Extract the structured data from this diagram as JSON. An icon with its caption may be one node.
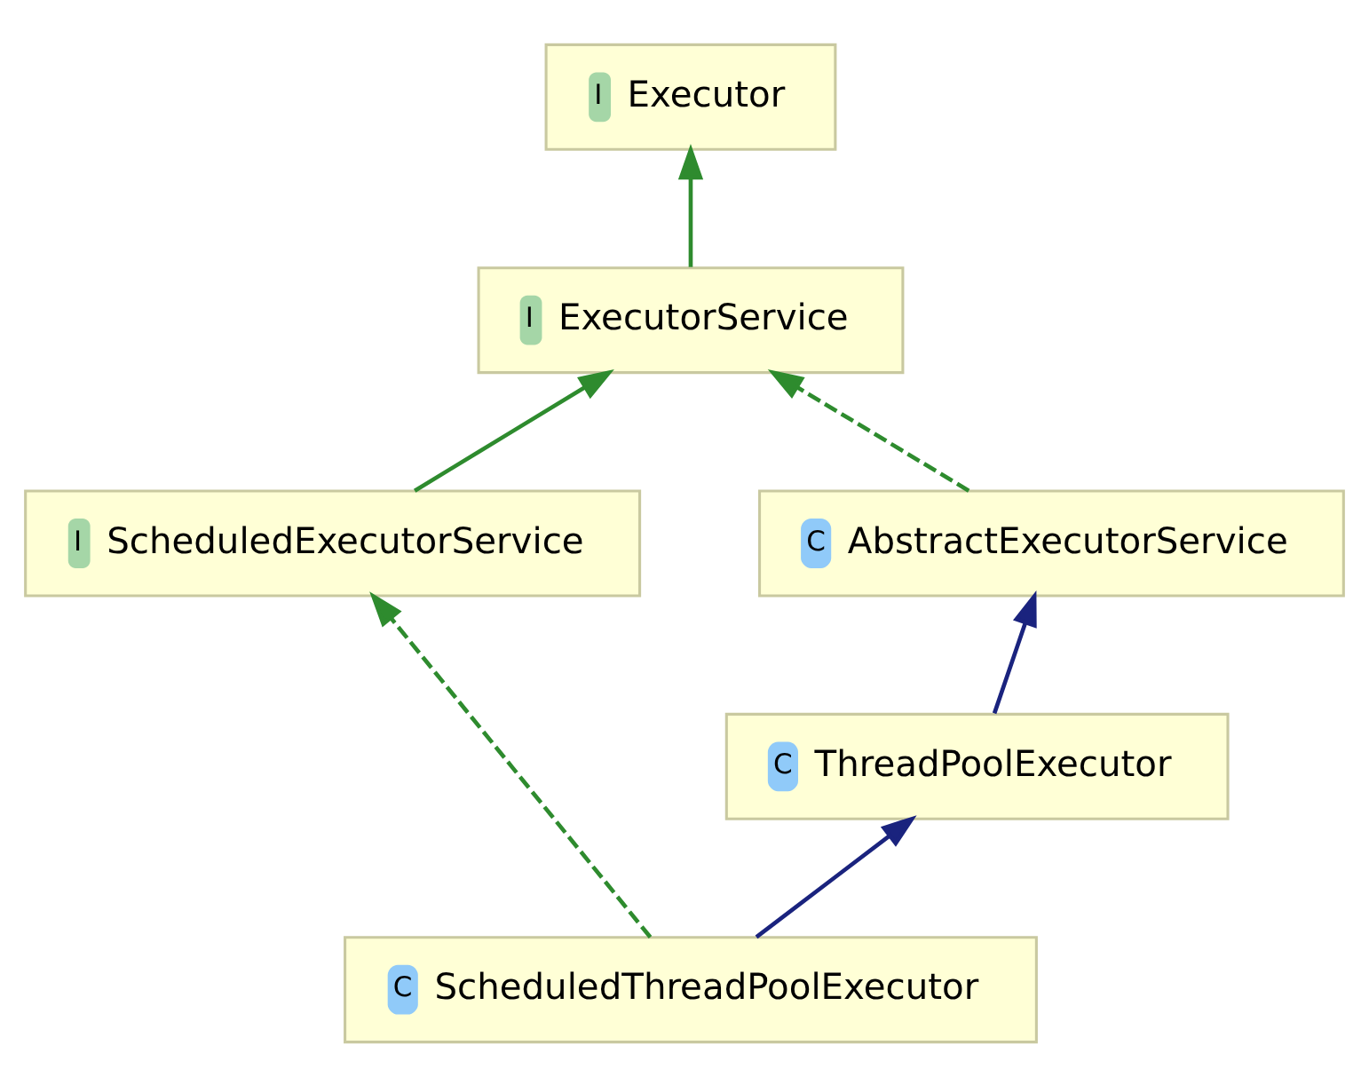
{
  "diagram": {
    "nodes": [
      {
        "text": [
          "I",
          "Executor"
        ]
      },
      {
        "text": [
          "I",
          "ExecutorService"
        ]
      },
      {
        "text": [
          "C",
          "AbstractExecutorService"
        ]
      },
      {
        "text": [
          "I",
          "ScheduledExecutorService"
        ]
      },
      {
        "text": [
          "C",
          "ThreadPoolExecutor"
        ]
      },
      {
        "text": [
          "C",
          "ScheduledThreadPoolExecutor"
        ]
      }
    ],
    "edges": [
      {
        "from": 1,
        "to": 0,
        "arrow": "to"
      },
      {
        "from": 2,
        "to": 1,
        "arrow": "to",
        "style": "dashed"
      },
      {
        "from": 3,
        "to": 1,
        "arrow": "to"
      },
      {
        "from": 4,
        "to": 2,
        "arrow": "to",
        "color": "#1a237e"
      },
      {
        "from": 5,
        "to": 4,
        "arrow": "to",
        "color": "#1a237e"
      },
      {
        "from": 5,
        "to": 3,
        "arrow": "to",
        "style": "dashed"
      }
    ]
  }
}
